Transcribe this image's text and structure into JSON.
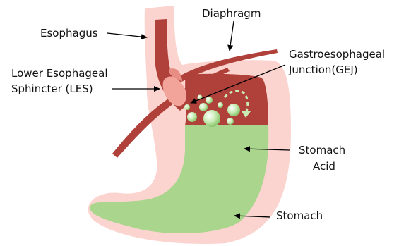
{
  "labels": {
    "esophagus": "Esophagus",
    "diaphragm": "Diaphragm",
    "gej_line1": "Gastroesophageal",
    "gej_line2": "Junction(GEJ)",
    "les_line1": "Lower Esophageal",
    "les_line2": "Sphincter (LES)",
    "acid_line1": "Stomach",
    "acid_line2": "Acid",
    "stomach": "Stomach"
  },
  "colors": {
    "outer_wall": "#fcd4cf",
    "lining": "#b0413a",
    "acid": "#a9d58c",
    "sphincter": "#f2a49b",
    "bubble": "#c9ecb6",
    "arrow": "#000000"
  }
}
